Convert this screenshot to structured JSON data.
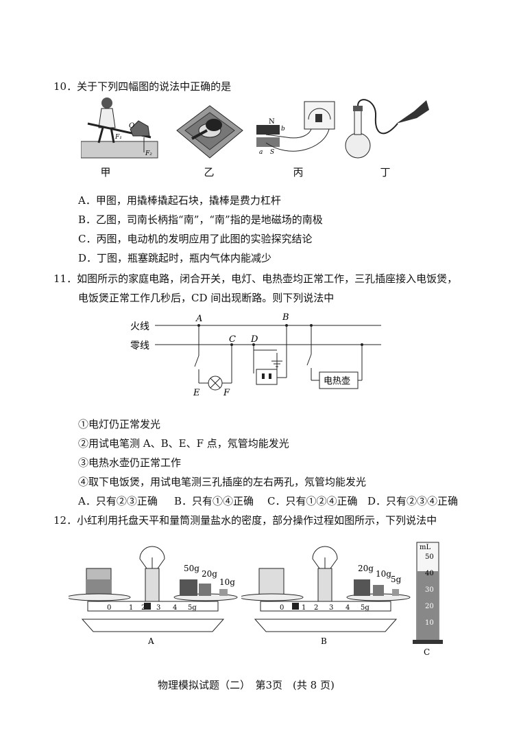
{
  "q10": {
    "stem": "10．关于下列四幅图的说法中正确的是",
    "captions": [
      "甲",
      "乙",
      "丙",
      "丁"
    ],
    "fig_labels": {
      "lever_o": "O",
      "lever_f1": "F₁",
      "lever_f2": "F₂",
      "magnet_n": "N",
      "magnet_s": "S",
      "wire_a": "a",
      "wire_b": "b"
    },
    "options": [
      "A．甲图，用撬棒撬起石块，撬棒是费力杠杆",
      "B．乙图，司南长柄指“南”，“南”指的是地磁场的南极",
      "C．丙图，电动机的发明应用了此图的实验探究结论",
      "D．丁图，瓶塞跳起时，瓶内气体内能减少"
    ]
  },
  "q11": {
    "stem_line1": "11．如图所示的家庭电路，闭合开关，电灯、电热壶均正常工作，三孔插座接入电饭煲，",
    "stem_line2": "电饭煲正常工作几秒后，CD 间出现断路。则下列说法中",
    "circuit": {
      "live": "火线",
      "neutral": "零线",
      "A": "A",
      "B": "B",
      "C": "C",
      "D": "D",
      "E": "E",
      "F": "F",
      "kettle": "电热壶"
    },
    "statements": [
      "①电灯仍正常发光",
      "②用试电笔测 A、B、E、F 点，氖管均能发光",
      "③电热水壶仍正常工作",
      "④取下电饭煲，用试电笔测三孔插座的左右两孔，氖管均能发光"
    ],
    "choices": [
      "A．只有②③正确",
      "B．只有①④正确",
      "C．只有①②④正确",
      "D．只有②③④正确"
    ]
  },
  "q12": {
    "stem": "12．小红利用托盘天平和量筒测量盐水的密度，部分操作过程如图所示，下列说法中",
    "balance_a": {
      "weights": [
        "50g",
        "20g",
        "10g"
      ],
      "scale": [
        "0",
        "1",
        "2",
        "3",
        "4",
        "5g"
      ],
      "label": "A"
    },
    "balance_b": {
      "weights": [
        "20g",
        "10g",
        "5g"
      ],
      "scale": [
        "0",
        "1",
        "2",
        "3",
        "4",
        "5g"
      ],
      "label": "B"
    },
    "cylinder": {
      "unit": "mL",
      "marks": [
        "50",
        "40",
        "30",
        "20",
        "10"
      ],
      "label": "C"
    }
  },
  "footer": "物理模拟试题（二）　第3页　(共 8 页)"
}
